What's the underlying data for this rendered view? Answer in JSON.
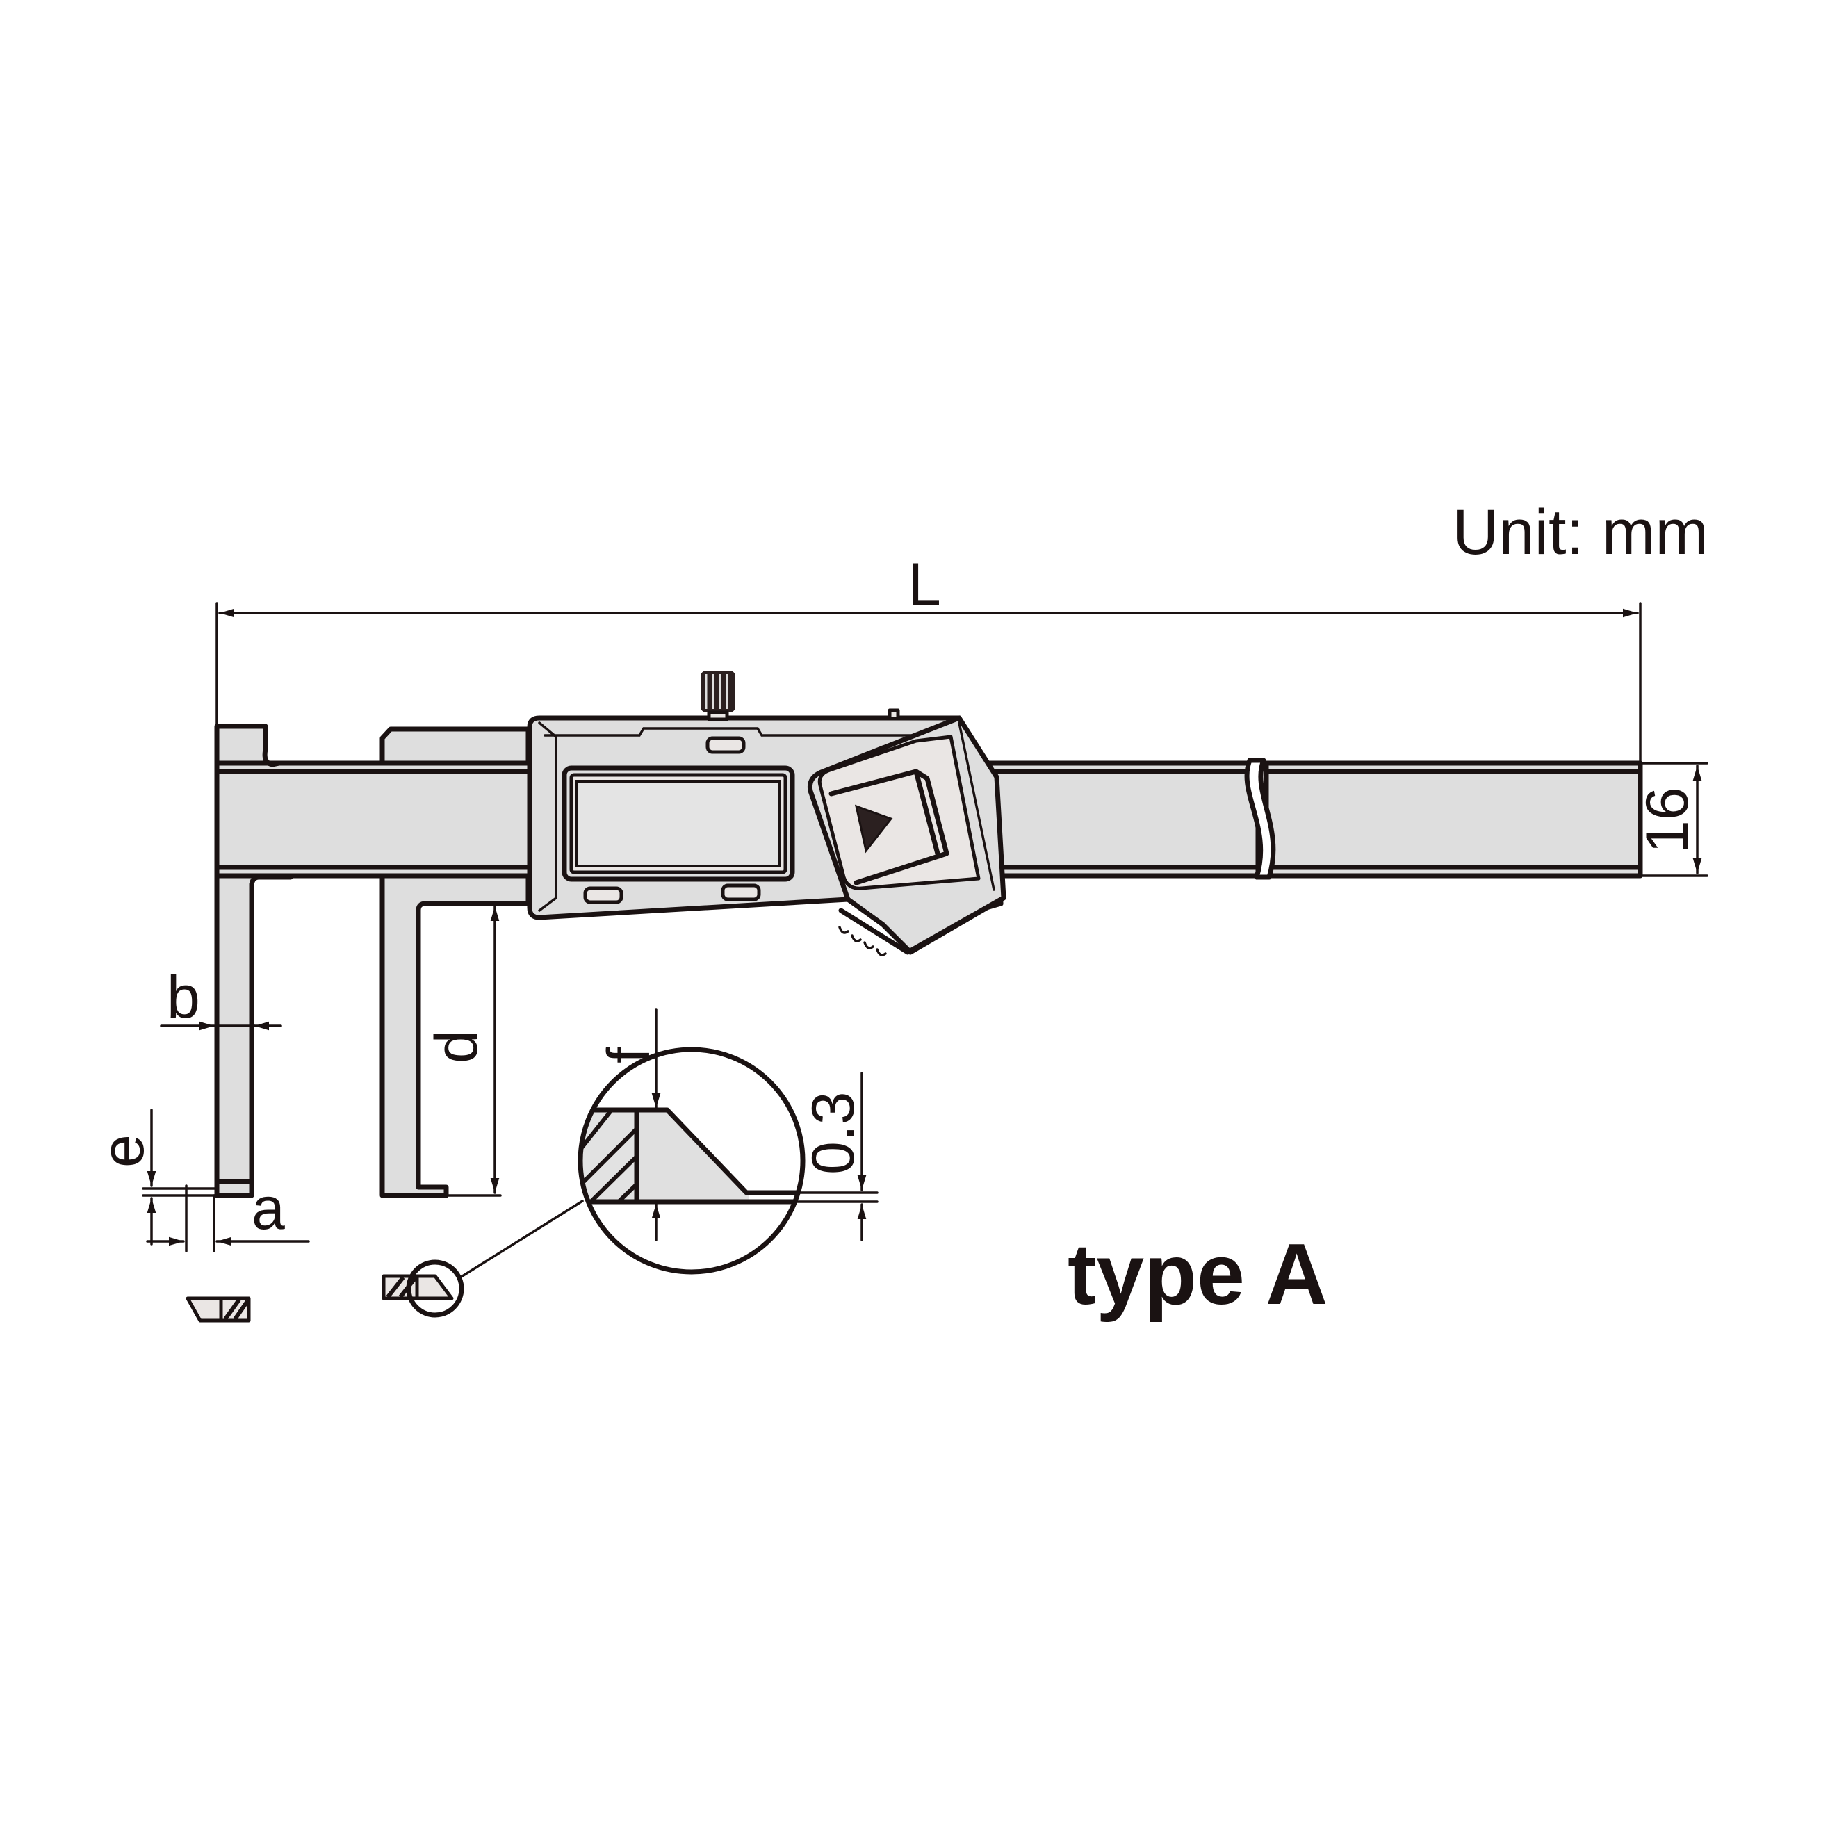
{
  "drawing": {
    "subject": "digital caliper technical drawing",
    "unit_label": "Unit: mm",
    "type_label": "type A",
    "dimensions": {
      "overall_length": "L",
      "beam_height": "16",
      "jaw_width_b": "b",
      "jaw_depth_d": "d",
      "tip_a": "a",
      "tip_e": "e",
      "detail_f": "f",
      "detail_offset": "0.3"
    },
    "icons": {
      "display_window": "lcd-display",
      "fine_adjust_wheel": "thumb-wheel",
      "power_button": "triangle-play-button"
    },
    "colors": {
      "line": "#1a1212",
      "body_fill": "#dedede",
      "background": "#ffffff"
    }
  }
}
